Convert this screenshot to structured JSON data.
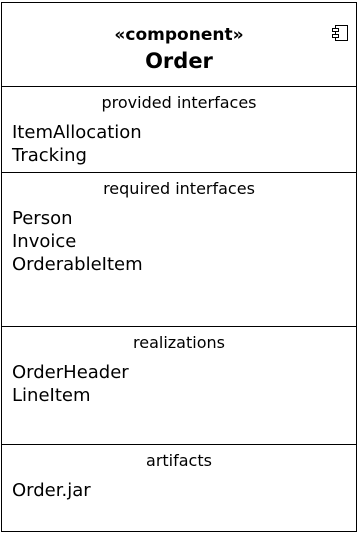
{
  "component": {
    "stereotype": "«component»",
    "name": "Order"
  },
  "compartments": [
    {
      "title": "provided interfaces",
      "items": [
        "ItemAllocation",
        "Tracking"
      ]
    },
    {
      "title": "required interfaces",
      "items": [
        "Person",
        "Invoice",
        "OrderableItem"
      ]
    },
    {
      "title": "realizations",
      "items": [
        "OrderHeader",
        "LineItem"
      ]
    },
    {
      "title": "artifacts",
      "items": [
        "Order.jar"
      ]
    }
  ]
}
